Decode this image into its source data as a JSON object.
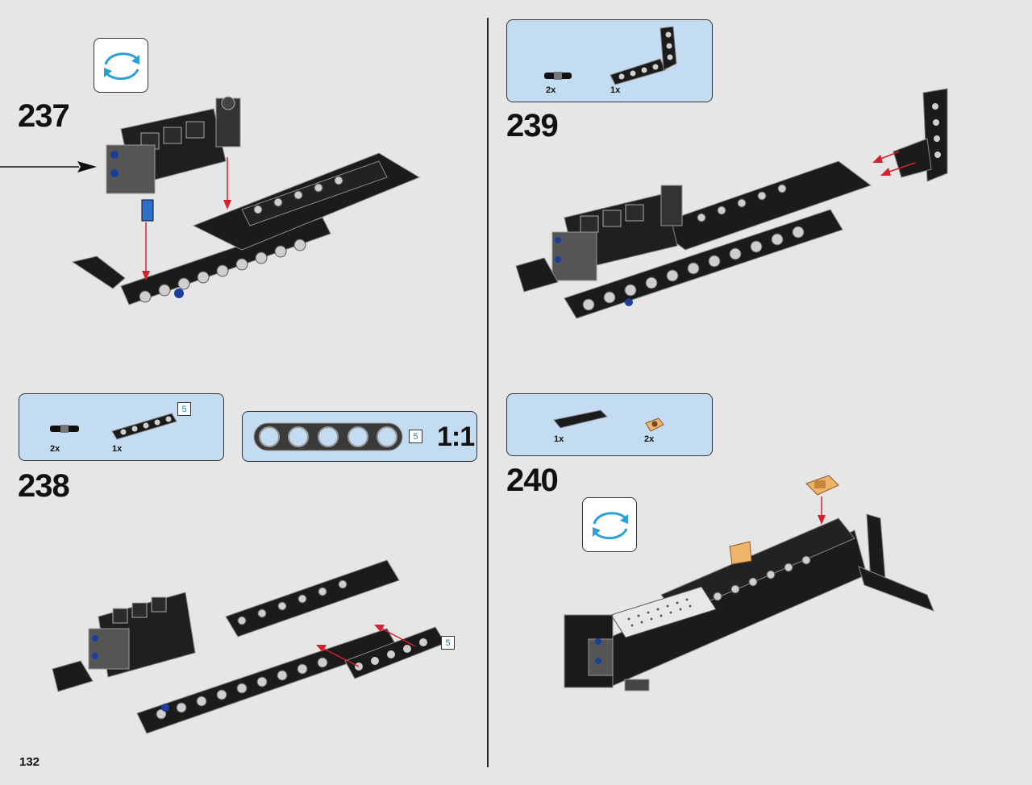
{
  "page": {
    "number": "132"
  },
  "steps": [
    {
      "number": "237"
    },
    {
      "number": "238",
      "parts": [
        {
          "qty": "2x"
        },
        {
          "qty": "1x",
          "badge": "5"
        }
      ]
    },
    {
      "number": "239",
      "parts": [
        {
          "qty": "2x"
        },
        {
          "qty": "1x"
        }
      ]
    },
    {
      "number": "240",
      "parts": [
        {
          "qty": "1x"
        },
        {
          "qty": "2x"
        }
      ]
    }
  ],
  "scale_box": {
    "badge": "5",
    "label": "1:1"
  },
  "step238_callout_badge": "5",
  "icons": {
    "rotate": "rotate-model-icon",
    "assembly": "technic-assembly-illustration"
  },
  "colors": {
    "background": "#e6e6e6",
    "parts_box": "#c3dcf2",
    "rotate_arrow": "#2aa0d8",
    "guide_arrow": "#d6202a",
    "badge_text": "#1a7fc1"
  }
}
